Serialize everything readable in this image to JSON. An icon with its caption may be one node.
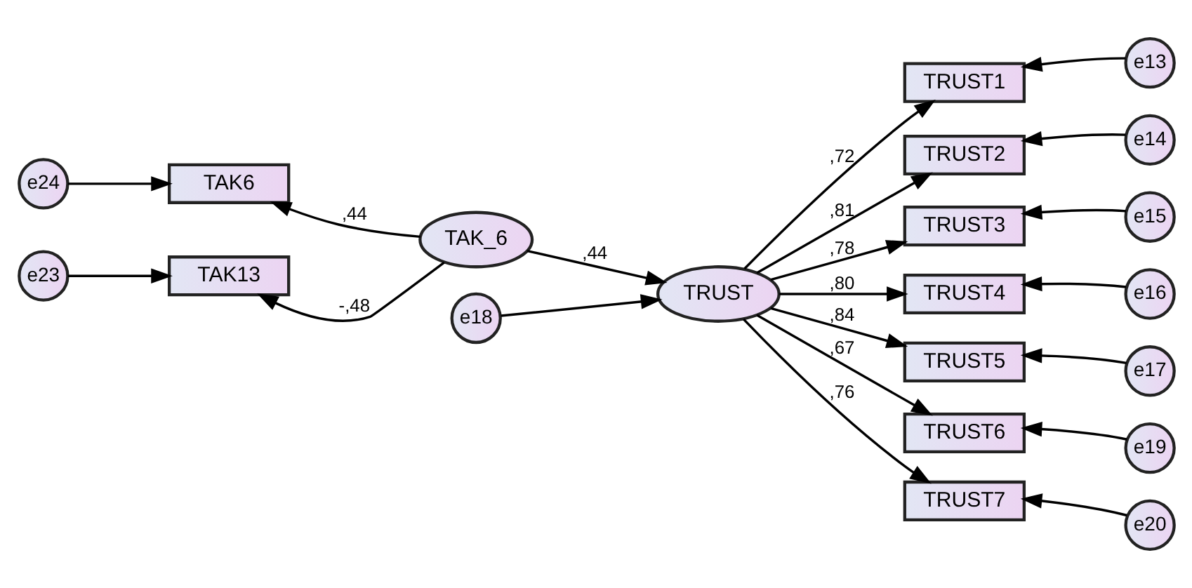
{
  "diagram": {
    "nodes": [
      {
        "text": [
          "e24"
        ]
      },
      {
        "text": [
          "TAK6"
        ]
      },
      {
        "text": [
          "e23"
        ]
      },
      {
        "text": [
          "TAK13"
        ]
      },
      {
        "text": [
          "TAK_6"
        ]
      },
      {
        "text": [
          "e18"
        ]
      },
      {
        "text": [
          "TRUST"
        ]
      },
      {
        "text": [
          "TRUST1"
        ]
      },
      {
        "text": [
          "e13"
        ]
      },
      {
        "text": [
          "TRUST2"
        ]
      },
      {
        "text": [
          "e14"
        ]
      },
      {
        "text": [
          "TRUST3"
        ]
      },
      {
        "text": [
          "e15"
        ]
      },
      {
        "text": [
          "TRUST4"
        ]
      },
      {
        "text": [
          "e16"
        ]
      },
      {
        "text": [
          "TRUST5"
        ]
      },
      {
        "text": [
          "e17"
        ]
      },
      {
        "text": [
          "TRUST6"
        ]
      },
      {
        "text": [
          "e19"
        ]
      },
      {
        "text": [
          "TRUST7"
        ]
      },
      {
        "text": [
          "e20"
        ]
      }
    ],
    "edges": [
      {
        "from": 0,
        "to": 1,
        "arrow": "to"
      },
      {
        "from": 4,
        "to": 1,
        "arrow": "to",
        "label": ",44"
      },
      {
        "from": 2,
        "to": 3,
        "arrow": "to"
      },
      {
        "from": 4,
        "to": 3,
        "arrow": "to",
        "label": "-,48"
      },
      {
        "from": 4,
        "to": 6,
        "arrow": "to",
        "label": ",44"
      },
      {
        "from": 5,
        "to": 6,
        "arrow": "to"
      },
      {
        "from": 6,
        "to": 7,
        "arrow": "to",
        "label": ",72"
      },
      {
        "from": 8,
        "to": 7,
        "arrow": "to"
      },
      {
        "from": 6,
        "to": 9,
        "arrow": "to",
        "label": ",81"
      },
      {
        "from": 10,
        "to": 9,
        "arrow": "to"
      },
      {
        "from": 6,
        "to": 11,
        "arrow": "to",
        "label": ",78"
      },
      {
        "from": 12,
        "to": 11,
        "arrow": "to"
      },
      {
        "from": 6,
        "to": 13,
        "arrow": "to",
        "label": ",80"
      },
      {
        "from": 14,
        "to": 13,
        "arrow": "to"
      },
      {
        "from": 6,
        "to": 15,
        "arrow": "to",
        "label": ",84"
      },
      {
        "from": 16,
        "to": 15,
        "arrow": "to"
      },
      {
        "from": 6,
        "to": 17,
        "arrow": "to",
        "label": ",67"
      },
      {
        "from": 18,
        "to": 17,
        "arrow": "to"
      },
      {
        "from": 6,
        "to": 19,
        "arrow": "to",
        "label": ",76"
      },
      {
        "from": 20,
        "to": 19,
        "arrow": "to"
      }
    ]
  }
}
